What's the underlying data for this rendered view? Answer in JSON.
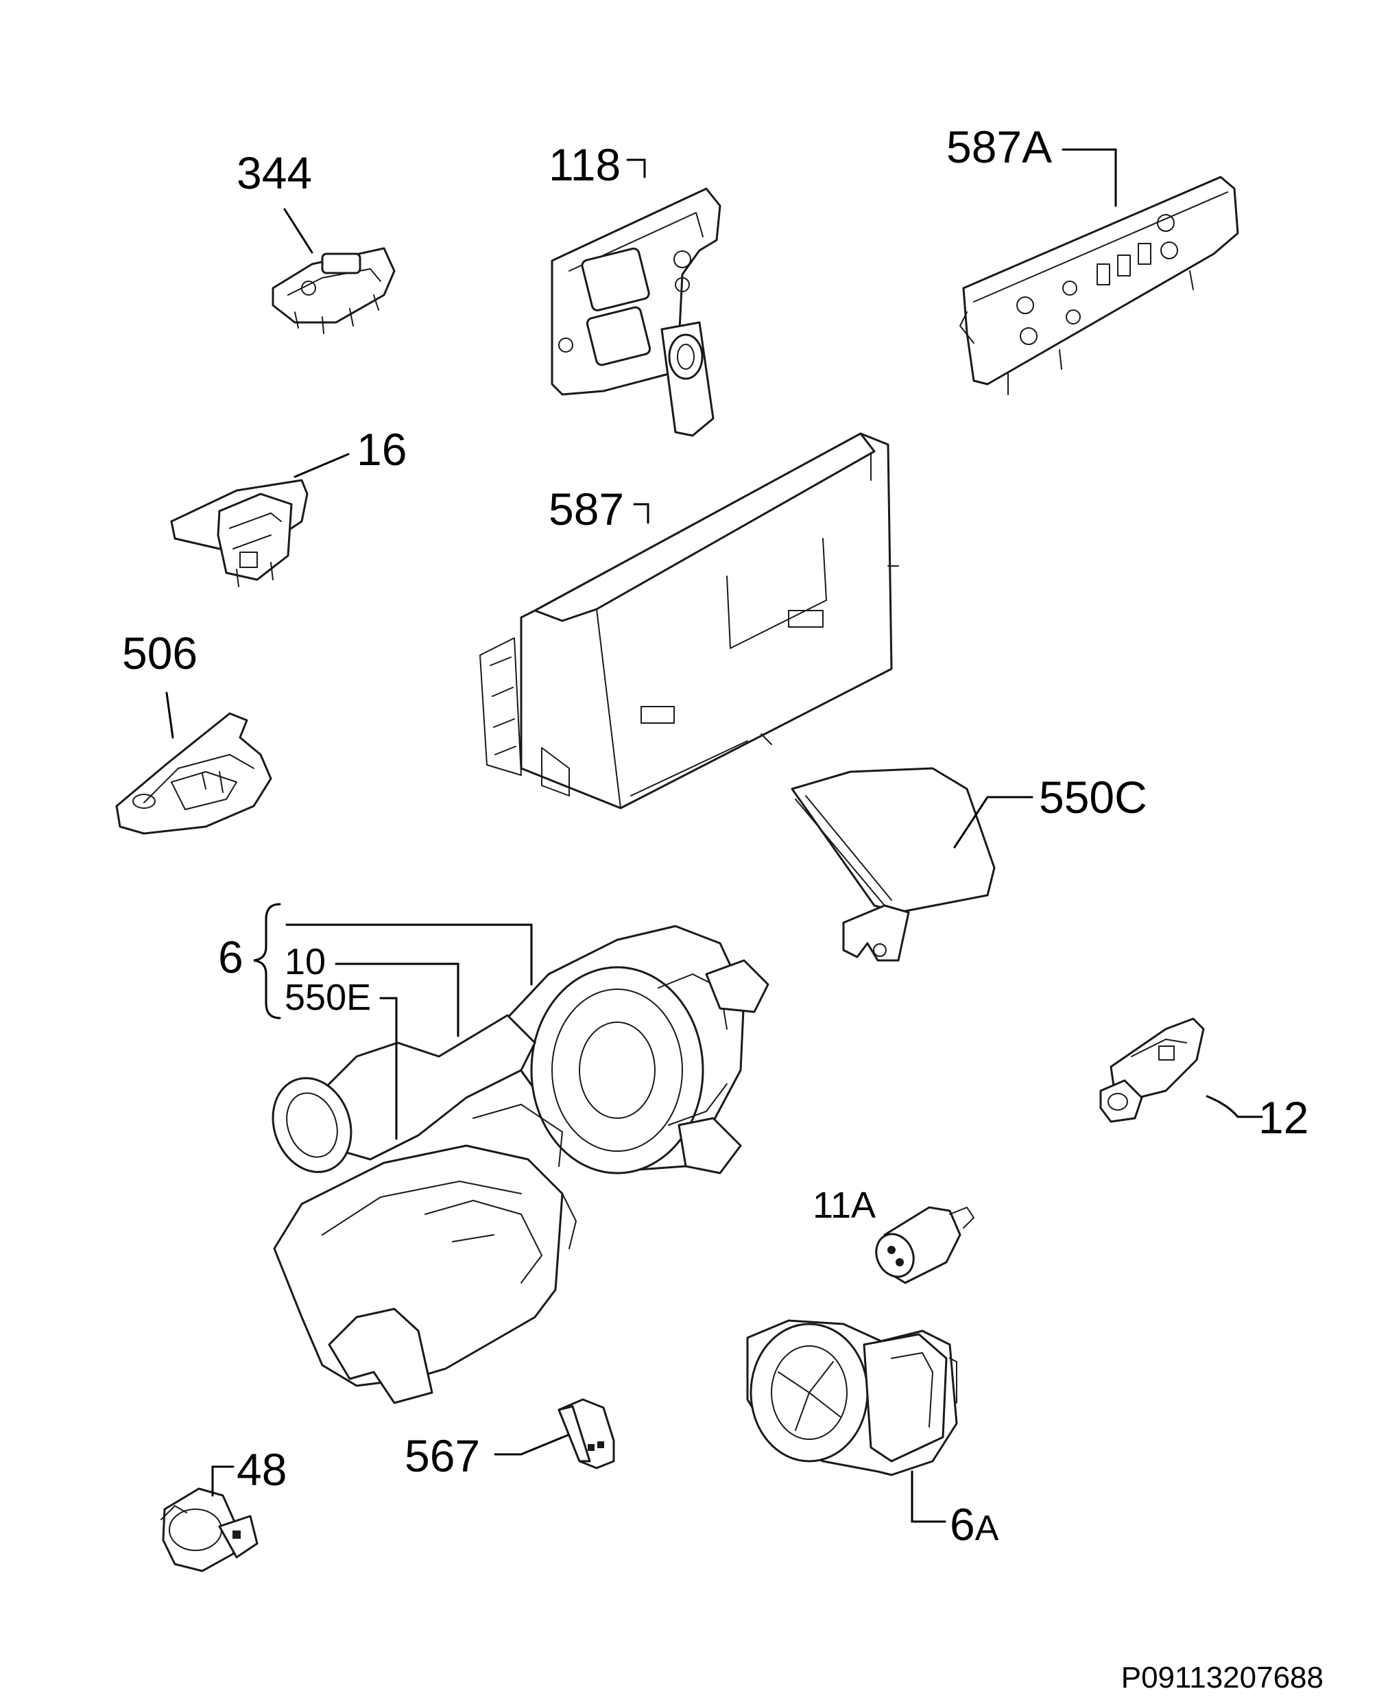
{
  "diagram_code": "P09113207688",
  "callouts": {
    "c344": "344",
    "c118": "118",
    "c587A": "587A",
    "c16": "16",
    "c587": "587",
    "c506": "506",
    "c550C": "550C",
    "c6": "6",
    "c10": "10",
    "c550E": "550E",
    "c12": "12",
    "c11A": "11A",
    "c48": "48",
    "c567": "567",
    "c6A_num": "6",
    "c6A_letter": "A"
  }
}
